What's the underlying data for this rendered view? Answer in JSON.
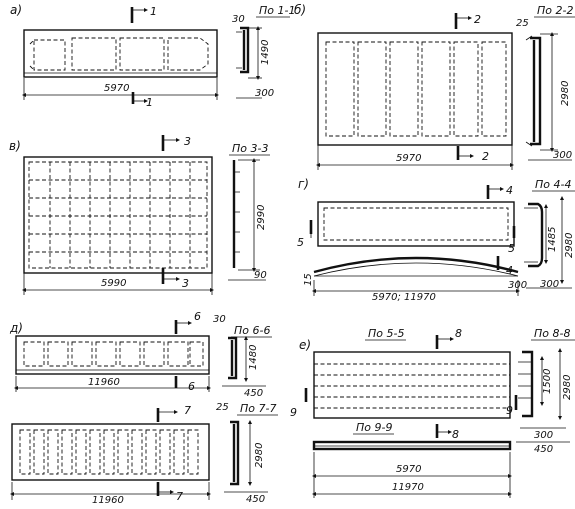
{
  "figures": {
    "a": {
      "label": "а)",
      "cut_top": "1",
      "cut_bottom": "1",
      "section_title": "По 1-1",
      "dim_length": "5970",
      "dim_top": "30",
      "dim_height": "1490",
      "dim_bottom": "300"
    },
    "b": {
      "label": "б)",
      "cut_top": "2",
      "cut_bottom": "2",
      "section_title": "По 2-2",
      "dim_length": "5970",
      "dim_top": "25",
      "dim_height": "2980",
      "dim_bottom": "300"
    },
    "v": {
      "label": "в)",
      "cut_top": "3",
      "cut_bottom": "3",
      "section_title": "По 3-3",
      "dim_length": "5990",
      "dim_height": "2990",
      "dim_bottom": "90"
    },
    "g": {
      "label": "г)",
      "cut_top": "4",
      "cut_bottom": "4",
      "cut_side_left": "5",
      "cut_side_right": "5",
      "section_title": "По 4-4",
      "dim_length": "5970; 11970",
      "dim_rise": "15",
      "dim_height": "1485",
      "dim_height_total": "2980",
      "dim_bottom": "300",
      "dim_bottom_left": "300"
    },
    "d": {
      "label": "д)",
      "cut_top": "6",
      "cut_bottom": "6",
      "section_title": "По 6-6",
      "dim_length": "11960",
      "dim_top": "30",
      "dim_height": "1480",
      "dim_bottom": "450",
      "lower": {
        "cut_top": "7",
        "cut_bottom": "7",
        "section_title": "По 7-7",
        "dim_length": "11960",
        "dim_top": "25",
        "dim_height": "2980",
        "dim_bottom": "450"
      }
    },
    "e": {
      "label": "е)",
      "plan_title": "По 5-5",
      "cut_top": "8",
      "cut_bottom": "8",
      "cut_side_left": "9",
      "cut_side_right": "9",
      "section_title": "По 8-8",
      "section2_title": "По 9-9",
      "dim_height_inner": "1500",
      "dim_height": "2980",
      "dim_bottom": "300",
      "dim_bottom2": "450",
      "dim_length": "5970",
      "dim_length_total": "11970"
    }
  }
}
